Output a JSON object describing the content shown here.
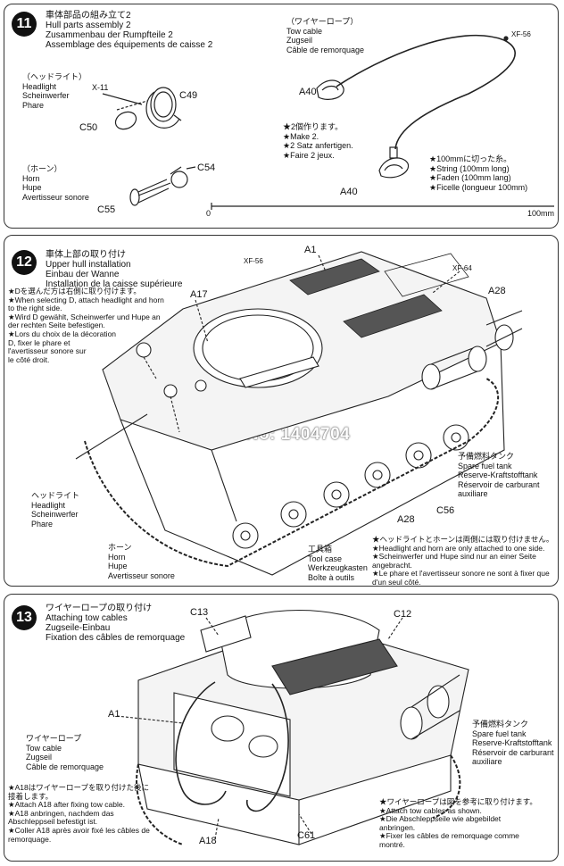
{
  "step11": {
    "number": "11",
    "title": [
      "車体部品の組み立て2",
      "Hull parts assembly 2",
      "Zusammenbau der Rumpfteile 2",
      "Assemblage des équipements de caisse 2"
    ],
    "headlight": [
      "（ヘッドライト）",
      "Headlight",
      "Scheinwerfer",
      "Phare"
    ],
    "horn": [
      "（ホーン）",
      "Horn",
      "Hupe",
      "Avertisseur sonore"
    ],
    "tow_cable": [
      "（ワイヤーロープ）",
      "Tow cable",
      "Zugseil",
      "Câble de remorquage"
    ],
    "make2": [
      "★2個作ります。",
      "★Make 2.",
      "★2 Satz anfertigen.",
      "★Faire 2 jeux."
    ],
    "string": [
      "★100mmに切った糸。",
      "★String (100mm long)",
      "★Faden (100mm lang)",
      "★Ficelle (longueur 100mm)"
    ],
    "parts": {
      "x11": "X-11",
      "c49": "C49",
      "c50": "C50",
      "c54": "C54",
      "c55": "C55",
      "a40a": "A40",
      "a40b": "A40",
      "xf56": "XF-56"
    },
    "scale_start": "0",
    "scale_end": "100mm"
  },
  "step12": {
    "number": "12",
    "title": [
      "車体上部の取り付け",
      "Upper hull installation",
      "Einbau der Wanne",
      "Installation de la caisse supérieure"
    ],
    "note": [
      "★Dを選んだ方は右側に取り付けます。",
      "★When selecting D, attach headlight and horn",
      "to the right side.",
      "★Wird D gewählt, Scheinwerfer und Hupe an",
      "der rechten Seite befestigen.",
      "★Lors du choix de la décoration",
      "D, fixer le phare et",
      "l'avertisseur sonore sur",
      "le côté droit."
    ],
    "headlight": [
      "ヘッドライト",
      "Headlight",
      "Scheinwerfer",
      "Phare"
    ],
    "horn": [
      "ホーン",
      "Horn",
      "Hupe",
      "Avertisseur sonore"
    ],
    "tool_case": [
      "工具箱",
      "Tool case",
      "Werkzeugkasten",
      "Boîte à outils"
    ],
    "fuel_tank": [
      "予備燃料タンク",
      "Spare fuel tank",
      "Reserve-Kraftstofftank",
      "Réservoir de carburant",
      "auxiliare"
    ],
    "note2": [
      "★ヘッドライトとホーンは両側には取り付けません。",
      "★Headlight and horn are only attached to one side.",
      "★Scheinwerfer und Hupe sind nur an einer Seite",
      "angebracht.",
      "★Le phare et l'avertisseur sonore ne sont à fixer que",
      "d'un seul côté."
    ],
    "parts": {
      "a1": "A1",
      "xf56": "XF-56",
      "xf64": "XF-64",
      "a17": "A17",
      "a28a": "A28",
      "a28b": "A28",
      "c56": "C56"
    }
  },
  "step13": {
    "number": "13",
    "title": [
      "ワイヤーロープの取り付け",
      "Attaching tow cables",
      "Zugseile-Einbau",
      "Fixation des câbles de remorquage"
    ],
    "tow_cable": [
      "ワイヤーロープ",
      "Tow cable",
      "Zugseil",
      "Câble de remorquage"
    ],
    "fuel_tank": [
      "予備燃料タンク",
      "Spare fuel tank",
      "Reserve-Kraftstofftank",
      "Réservoir de carburant",
      "auxiliare"
    ],
    "note_left": [
      "★A18はワイヤーロープを取り付けた後に",
      "接着します。",
      "★Attach A18 after fixing tow cable.",
      "★A18 anbringen, nachdem das",
      "Abschleppseil befestigt ist.",
      "★Coller A18 après avoir fixé les câbles de",
      "remorquage."
    ],
    "note_right": [
      "★ワイヤーロープは図を参考に取り付けます。",
      "★Attach tow cables as shown.",
      "★Die Abschleppseile wie abgebildet",
      "anbringen.",
      "★Fixer les câbles de remorquage comme",
      "montré."
    ],
    "parts": {
      "c13": "C13",
      "c12": "C12",
      "a1": "A1",
      "a18": "A18",
      "c61": "C61"
    }
  },
  "watermark": "Store No: 1404704"
}
